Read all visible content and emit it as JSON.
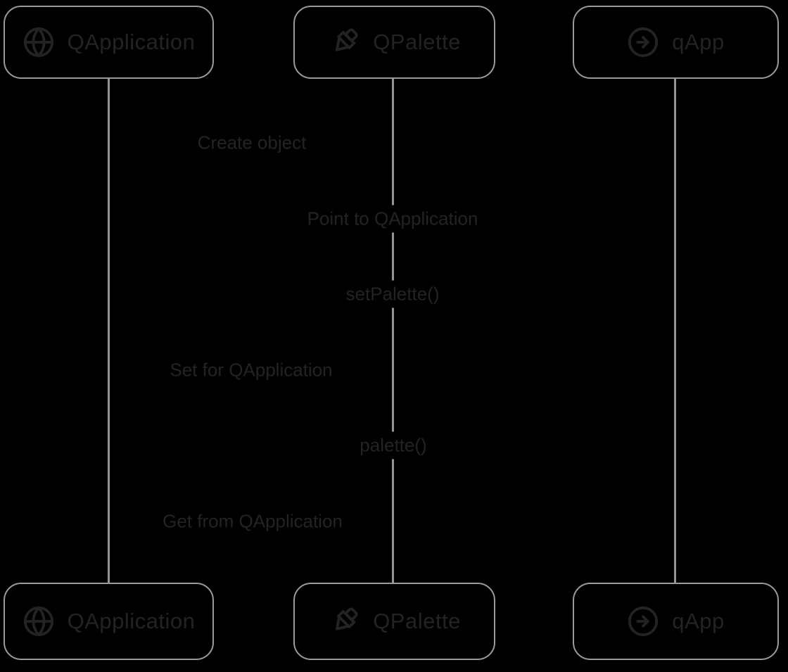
{
  "diagram": {
    "type": "sequence",
    "background_color": "#000000",
    "box_border_color": "#9b9b9b",
    "lifeline_color": "#949494",
    "text_color": "#232323"
  },
  "actors": [
    {
      "label": "QApplication",
      "icon": "globe-icon"
    },
    {
      "label": "QPalette",
      "icon": "paintbrush-icon"
    },
    {
      "label": "qApp",
      "icon": "arrow-right-circle-icon"
    }
  ],
  "messages": [
    {
      "label": "Create object"
    },
    {
      "label": "Point to QApplication"
    },
    {
      "label": "setPalette()"
    },
    {
      "label": "Set for QApplication"
    },
    {
      "label": "palette()"
    },
    {
      "label": "Get from QApplication"
    }
  ]
}
